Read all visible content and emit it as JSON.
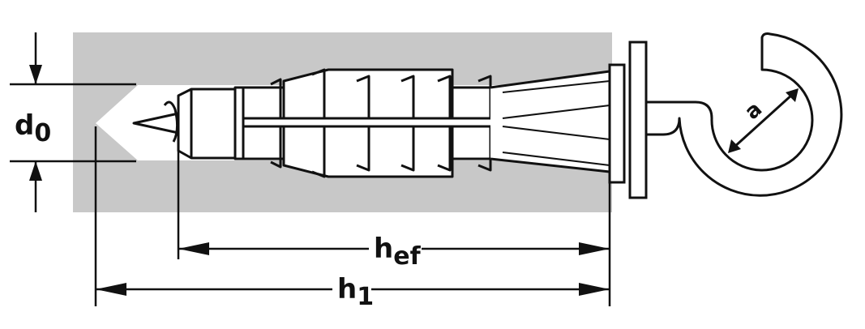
{
  "labels": {
    "d0_main": "d",
    "d0_sub": "0",
    "hef_main": "h",
    "hef_sub": "ef",
    "h1_main": "h",
    "h1_sub": "1",
    "a": "a"
  },
  "colors": {
    "substrate": "#c8c8c8",
    "stroke": "#111111",
    "fill": "#ffffff"
  }
}
